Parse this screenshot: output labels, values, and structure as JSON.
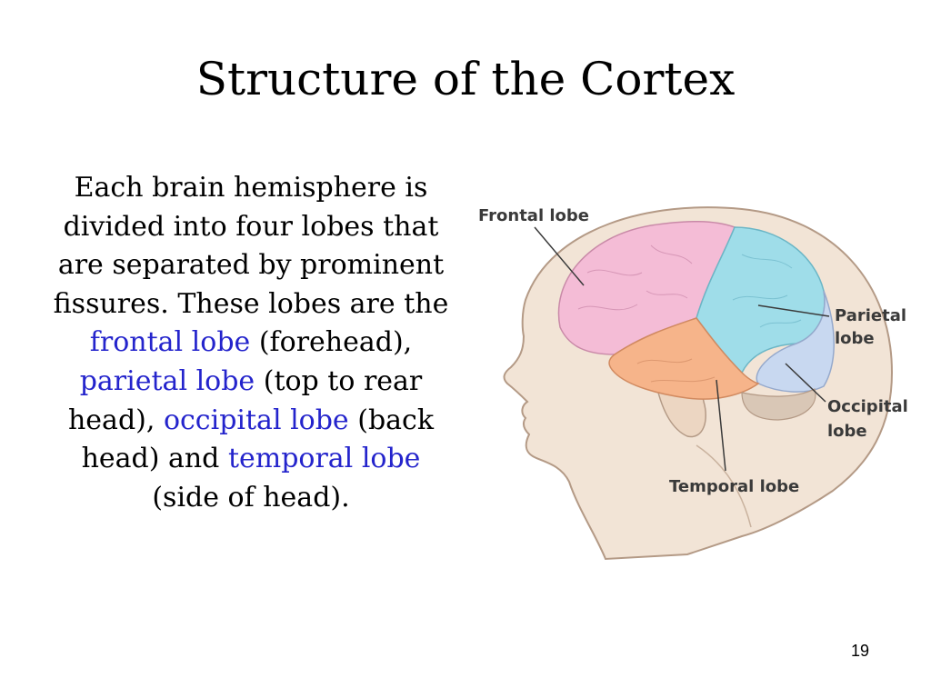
{
  "slide": {
    "title": "Structure of the Cortex",
    "body": {
      "intro": "Each brain hemisphere is divided into four lobes that are separated by prominent fissures. These lobes are the",
      "frontal_term": "frontal lobe",
      "frontal_desc": "(forehead),",
      "parietal_term": "parietal lobe",
      "parietal_desc": "(top to rear head),",
      "occipital_term": "occipital lobe",
      "occipital_desc": "(back head) and",
      "temporal_term": "temporal lobe",
      "temporal_desc": "(side of head)."
    },
    "page_number": "19"
  },
  "figure": {
    "labels": {
      "frontal": "Frontal lobe",
      "parietal_line1": "Parietal",
      "parietal_line2": "lobe",
      "occipital_line1": "Occipital",
      "occipital_line2": "lobe",
      "temporal": "Temporal lobe"
    },
    "colors": {
      "frontal": "#f4bcd6",
      "parietal": "#9fdde9",
      "occipital": "#c8d8f0",
      "temporal": "#f6b48a",
      "skin": "#f2e4d6",
      "outline": "#b49a86"
    }
  }
}
